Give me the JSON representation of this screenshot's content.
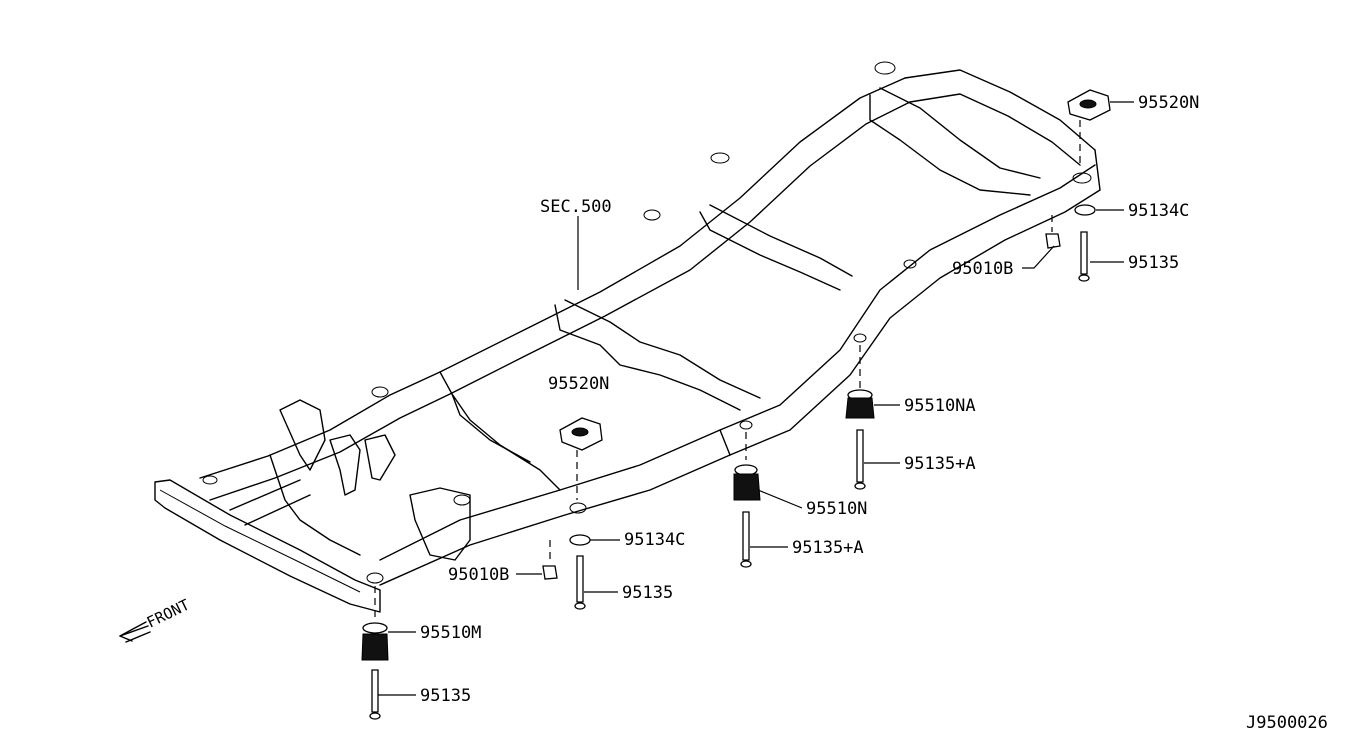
{
  "diagram": {
    "labels": {
      "sec": "SEC.500",
      "mount_rear_top": "95520N",
      "washer_rear": "95134C",
      "nut_rear": "95010B",
      "bolt_rear": "95135",
      "mount_mid_upper": "95510NA",
      "bolt_mid_upper": "95135+A",
      "mount_center_top": "95520N",
      "mount_mid_lower": "95510N",
      "washer_center": "95134C",
      "bolt_mid_lower": "95135+A",
      "nut_center": "95010B",
      "bolt_center": "95135",
      "mount_front": "95510M",
      "bolt_front": "95135",
      "front": "FRONT",
      "code": "J9500026"
    }
  }
}
